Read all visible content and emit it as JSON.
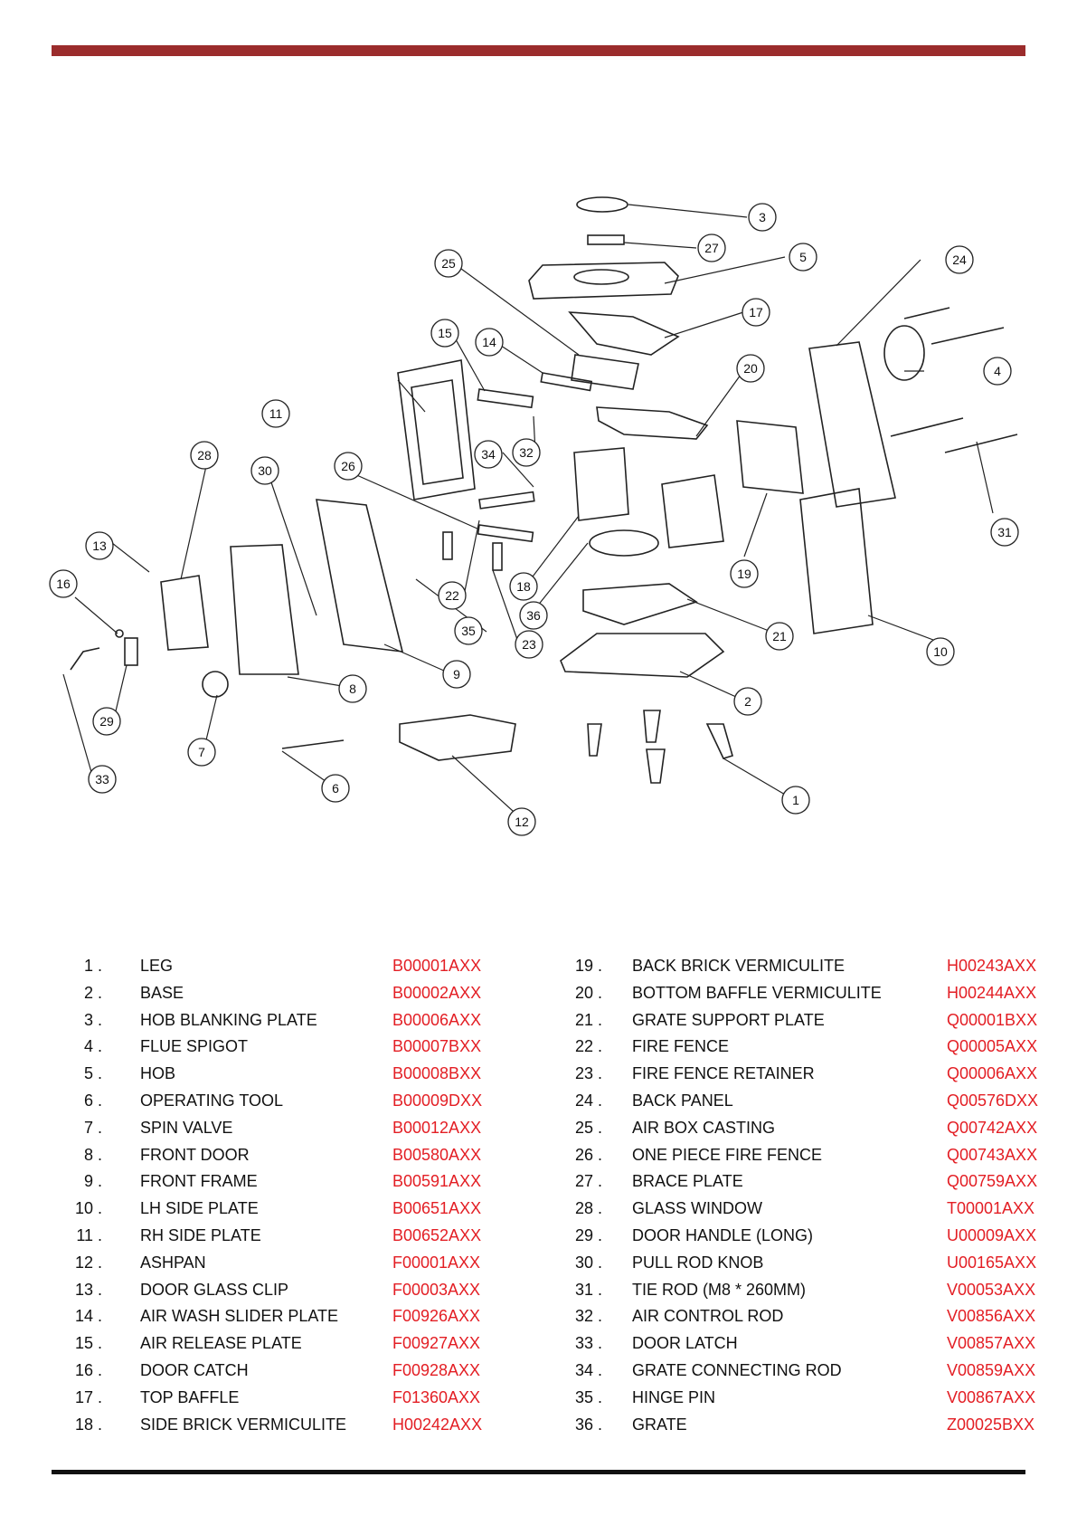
{
  "colors": {
    "header_bar": "#9b2c2c",
    "footer_bar": "#111111",
    "part_code": "#e31e24",
    "text": "#111111"
  },
  "callouts": [
    "1",
    "2",
    "3",
    "4",
    "5",
    "6",
    "7",
    "8",
    "9",
    "10",
    "11",
    "12",
    "13",
    "14",
    "15",
    "16",
    "17",
    "18",
    "19",
    "20",
    "21",
    "22",
    "23",
    "24",
    "25",
    "26",
    "27",
    "28",
    "29",
    "30",
    "31",
    "32",
    "33",
    "34",
    "35",
    "36"
  ],
  "parts": [
    {
      "num": "1 .",
      "desc": "LEG",
      "code": "B00001AXX"
    },
    {
      "num": "2 .",
      "desc": "BASE",
      "code": "B00002AXX"
    },
    {
      "num": "3 .",
      "desc": "HOB BLANKING PLATE",
      "code": "B00006AXX"
    },
    {
      "num": "4 .",
      "desc": "FLUE SPIGOT",
      "code": "B00007BXX"
    },
    {
      "num": "5 .",
      "desc": "HOB",
      "code": "B00008BXX"
    },
    {
      "num": "6 .",
      "desc": "OPERATING TOOL",
      "code": "B00009DXX"
    },
    {
      "num": "7 .",
      "desc": "SPIN VALVE",
      "code": "B00012AXX"
    },
    {
      "num": "8 .",
      "desc": "FRONT DOOR",
      "code": "B00580AXX"
    },
    {
      "num": "9 .",
      "desc": "FRONT FRAME",
      "code": "B00591AXX"
    },
    {
      "num": "10 .",
      "desc": "LH SIDE PLATE",
      "code": "B00651AXX"
    },
    {
      "num": "11 .",
      "desc": "RH SIDE PLATE",
      "code": "B00652AXX"
    },
    {
      "num": "12 .",
      "desc": "ASHPAN",
      "code": "F00001AXX"
    },
    {
      "num": "13 .",
      "desc": "DOOR GLASS CLIP",
      "code": "F00003AXX"
    },
    {
      "num": "14 .",
      "desc": "AIR WASH SLIDER PLATE",
      "code": "F00926AXX"
    },
    {
      "num": "15 .",
      "desc": "AIR RELEASE PLATE",
      "code": "F00927AXX"
    },
    {
      "num": "16 .",
      "desc": "DOOR CATCH",
      "code": "F00928AXX"
    },
    {
      "num": "17 .",
      "desc": "TOP BAFFLE",
      "code": "F01360AXX"
    },
    {
      "num": "18 .",
      "desc": "SIDE BRICK VERMICULITE",
      "code": "H00242AXX"
    },
    {
      "num": "19 .",
      "desc": "BACK BRICK VERMICULITE",
      "code": "H00243AXX"
    },
    {
      "num": "20 .",
      "desc": "BOTTOM BAFFLE VERMICULITE",
      "code": "H00244AXX"
    },
    {
      "num": "21 .",
      "desc": "GRATE SUPPORT PLATE",
      "code": "Q00001BXX"
    },
    {
      "num": "22 .",
      "desc": "FIRE FENCE",
      "code": "Q00005AXX"
    },
    {
      "num": "23 .",
      "desc": "FIRE FENCE RETAINER",
      "code": "Q00006AXX"
    },
    {
      "num": "24 .",
      "desc": "BACK PANEL",
      "code": "Q00576DXX"
    },
    {
      "num": "25 .",
      "desc": "AIR BOX CASTING",
      "code": "Q00742AXX"
    },
    {
      "num": "26 .",
      "desc": "ONE PIECE FIRE FENCE",
      "code": "Q00743AXX"
    },
    {
      "num": "27 .",
      "desc": "BRACE PLATE",
      "code": "Q00759AXX"
    },
    {
      "num": "28 .",
      "desc": "GLASS WINDOW",
      "code": "T00001AXX"
    },
    {
      "num": "29 .",
      "desc": "DOOR HANDLE (LONG)",
      "code": "U00009AXX"
    },
    {
      "num": "30 .",
      "desc": "PULL ROD KNOB",
      "code": "U00165AXX"
    },
    {
      "num": "31 .",
      "desc": "TIE ROD (M8 * 260MM)",
      "code": "V00053AXX"
    },
    {
      "num": "32 .",
      "desc": "AIR CONTROL ROD",
      "code": "V00856AXX"
    },
    {
      "num": "33 .",
      "desc": "DOOR LATCH",
      "code": "V00857AXX"
    },
    {
      "num": "34 .",
      "desc": "GRATE CONNECTING ROD",
      "code": "V00859AXX"
    },
    {
      "num": "35 .",
      "desc": "HINGE PIN",
      "code": "V00867AXX"
    },
    {
      "num": "36 .",
      "desc": "GRATE",
      "code": "Z00025BXX"
    }
  ]
}
